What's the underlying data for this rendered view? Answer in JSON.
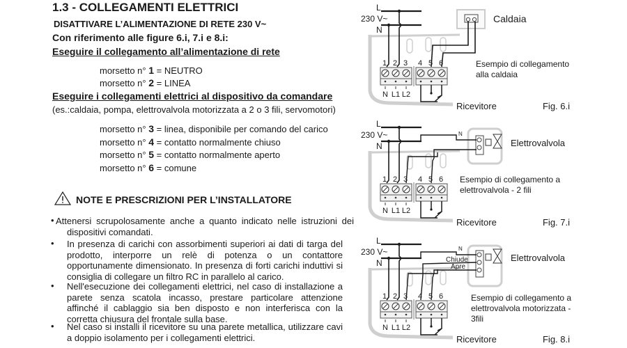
{
  "section": {
    "title": "1.3 - COLLEGAMENTI ELETTRICI",
    "warning_disconnect": "DISATTIVARE L’ALIMENTAZIONE DI RETE 230 V~",
    "reference": "Con riferimento alle figure 6.i, 7.i e 8.i:",
    "power_heading": "Eseguire il collegamento all’alimentazione di rete",
    "power_terminals": [
      {
        "prefix": "morsetto  n° ",
        "num": "1",
        "desc": " = NEUTRO"
      },
      {
        "prefix": "morsetto n°  ",
        "num": "2",
        "desc": " = LINEA"
      }
    ],
    "device_heading": "Eseguire i collegamenti elettrici al dispositivo da comandare",
    "device_examples": "(es.:caldaia, pompa, elettrovalvola motorizzata a 2 o 3 fili, servomotori)",
    "device_terminals": [
      {
        "prefix": "morsetto n° ",
        "num": "3",
        "desc": " = linea, disponibile per comando del carico"
      },
      {
        "prefix": "morsetto n° ",
        "num": "4",
        "desc": " = contatto normalmente chiuso"
      },
      {
        "prefix": "morsetto n° ",
        "num": "5",
        "desc": " = contatto normalmente aperto"
      },
      {
        "prefix": "morsetto n° ",
        "num": "6",
        "desc": " = comune"
      }
    ]
  },
  "notes": {
    "icon": "warning-triangle-icon",
    "title": "NOTE E PRESCRIZIONI PER L’INSTALLATORE",
    "items": [
      "Attenersi scrupolosamente anche a quanto indicato nelle istruzioni dei dispositivi comandati.",
      "In presenza di carichi con assorbimenti superiori ai dati di targa del prodotto, interporre un relè di potenza o un contattore opportunamente dimensionato. In presenza di forti carichi induttivi si consiglia di collegare un filtro RC in parallelo al carico.",
      "Nell'esecuzione dei collegamenti elettrici, nel caso di installazione a parete senza scatola incasso, prestare particolare attenzione affinché il cablaggio sia ben disposto e non interferisca con la corretta chiusura del frontale sulla base.",
      "Nel caso si installi il ricevitore su una parete metallica, utilizzare cavi a doppio isolamento per i collegamenti elettrici."
    ]
  },
  "figures": [
    {
      "id": "fig6",
      "line_label": "L",
      "voltage_label": "230 V~",
      "neutral_label": "N",
      "terminal_numbers": [
        "1",
        "2",
        "3",
        "4",
        "5",
        "6"
      ],
      "terminal_labels": [
        "N",
        "L1",
        "L2"
      ],
      "device_name": "Caldaia",
      "description": [
        "Esempio di collegamento",
        "alla caldaia"
      ],
      "receiver_label": "Ricevitore",
      "caption": "Fig. 6.i"
    },
    {
      "id": "fig7",
      "line_label": "L",
      "voltage_label": "230 V~",
      "neutral_label": "N",
      "wire_label_n": "N",
      "terminal_numbers": [
        "1",
        "2",
        "3",
        "4",
        "5",
        "6"
      ],
      "terminal_labels": [
        "N",
        "L1",
        "L2"
      ],
      "device_name": "Elettrovalvola",
      "description": [
        "Esempio di collegamento a",
        "elettrovalvola - 2 fili"
      ],
      "receiver_label": "Ricevitore",
      "caption": "Fig. 7.i"
    },
    {
      "id": "fig8",
      "line_label": "L",
      "voltage_label": "230 V~",
      "neutral_label": "N",
      "wire_label_n": "N",
      "wire_label_close": "Chiude",
      "wire_label_open": "Apre",
      "terminal_numbers": [
        "1",
        "2",
        "3",
        "4",
        "5",
        "6"
      ],
      "terminal_labels": [
        "N",
        "L1",
        "L2"
      ],
      "device_name": "Elettrovalvola",
      "description": [
        "Esempio di collegamento a",
        "elettrovalvola motorizzata -",
        "3fili"
      ],
      "receiver_label": "Ricevitore",
      "caption": "Fig. 8.i"
    }
  ]
}
